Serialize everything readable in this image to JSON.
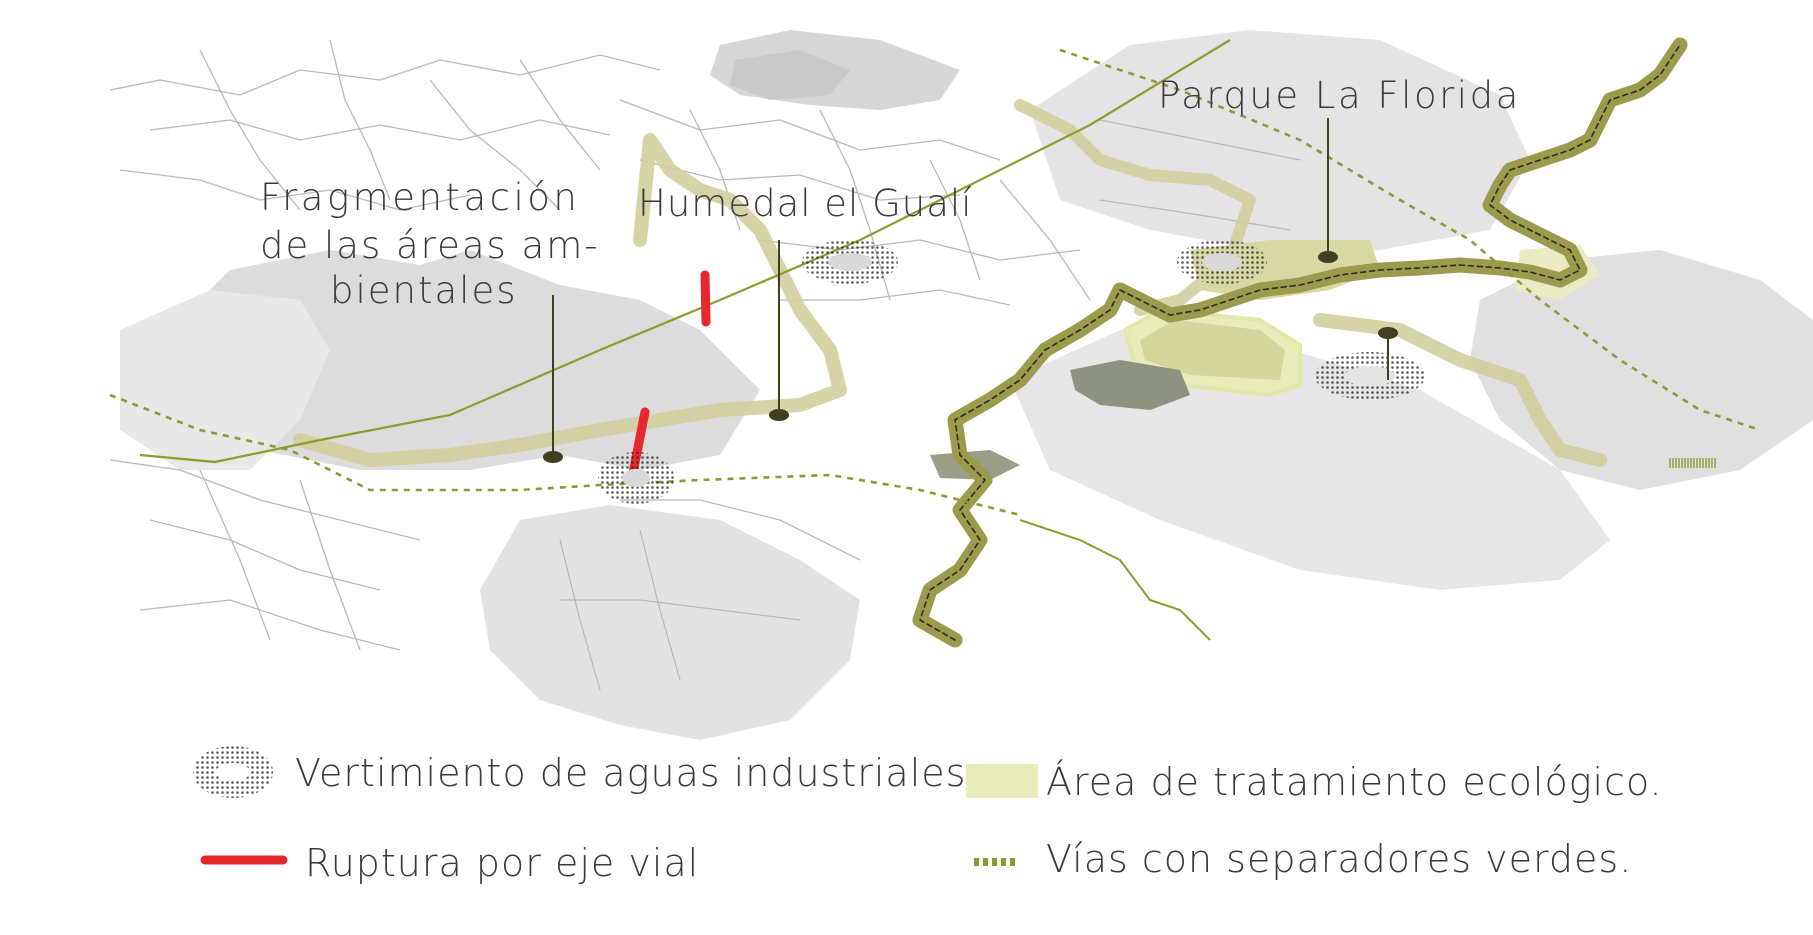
{
  "callouts": {
    "fragmentacion_line1": "Fragmentación",
    "fragmentacion_line2": "de las áreas am-",
    "fragmentacion_line3": "bientales",
    "humedal": "Humedal el Gualí",
    "parque": "Parque La Florida"
  },
  "legend": {
    "vertimiento": "Vertimiento de aguas industriales",
    "ruptura": "Ruptura por eje vial",
    "tratamiento": "Área de tratamiento ecológico.",
    "vias": "Vías con separadores verdes."
  },
  "colors": {
    "river": "#9b9a4d",
    "river_dash": "#2b2b1a",
    "corridor": "#cfcf9d",
    "treatment_area": "#e7ecb8",
    "rupture": "#e8282e",
    "green_road": "#8d9a34",
    "main_road": "#8f9b2c",
    "pin": "#3f4020",
    "urban_fill": "#dcdcdc",
    "street_line": "#b9b9b9"
  }
}
